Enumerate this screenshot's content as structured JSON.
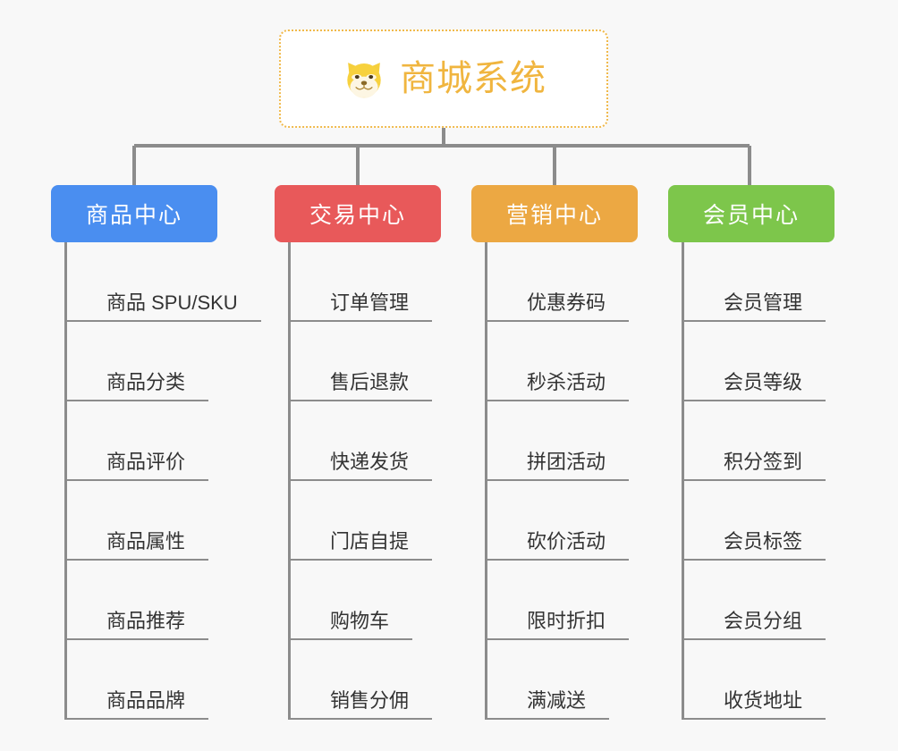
{
  "diagram": {
    "type": "org-chart",
    "title": "商城系统",
    "background_color": "#f8f8f8",
    "root": {
      "label": "商城系统",
      "icon": "shiba-dog-face-emoji",
      "text_color": "#f0b53f",
      "border_color": "#f0b94b",
      "fill_color": "#ffffff"
    },
    "connector_color": "#8c8c8c",
    "branches": [
      {
        "label": "商品中心",
        "color": "#4a8ef0",
        "items": [
          "商品 SPU/SKU",
          "商品分类",
          "商品评价",
          "商品属性",
          "商品推荐",
          "商品品牌"
        ]
      },
      {
        "label": "交易中心",
        "color": "#e8595a",
        "items": [
          "订单管理",
          "售后退款",
          "快递发货",
          "门店自提",
          "购物车",
          "销售分佣"
        ]
      },
      {
        "label": "营销中心",
        "color": "#eca843",
        "items": [
          "优惠券码",
          "秒杀活动",
          "拼团活动",
          "砍价活动",
          "限时折扣",
          "满减送"
        ]
      },
      {
        "label": "会员中心",
        "color": "#7dc64b",
        "items": [
          "会员管理",
          "会员等级",
          "积分签到",
          "会员标签",
          "会员分组",
          "收货地址"
        ]
      }
    ]
  }
}
